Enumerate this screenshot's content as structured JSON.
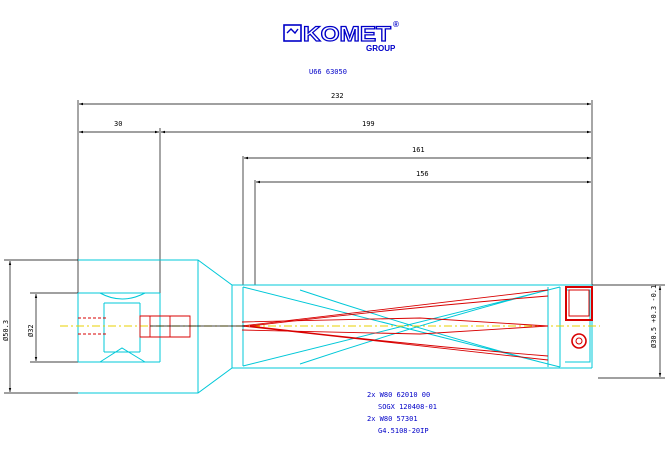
{
  "logo": {
    "brand": "KOMET",
    "registered": "®",
    "group": "GROUP"
  },
  "drawing_code": "U66 63050",
  "dimensions": {
    "total_length": "232",
    "shank_length": "30",
    "body_length": "199",
    "flute_length_1": "161",
    "flute_length_2": "156",
    "outer_diameter": "Ø50.3",
    "shank_diameter": "Ø32",
    "cutting_diameter": "Ø30.5 +0.3 -0.1"
  },
  "parts_list": [
    {
      "line1": "2x W80 62010 00",
      "line2": "SOGX 120408-01"
    },
    {
      "line1": "2x W80 57301",
      "line2": "G4.5108-20IP"
    }
  ],
  "colors": {
    "outline": "#00c8d8",
    "cutting": "#d80000",
    "dimension": "#000000",
    "text_blue": "#0000c8",
    "centerline": "#e8d000"
  }
}
